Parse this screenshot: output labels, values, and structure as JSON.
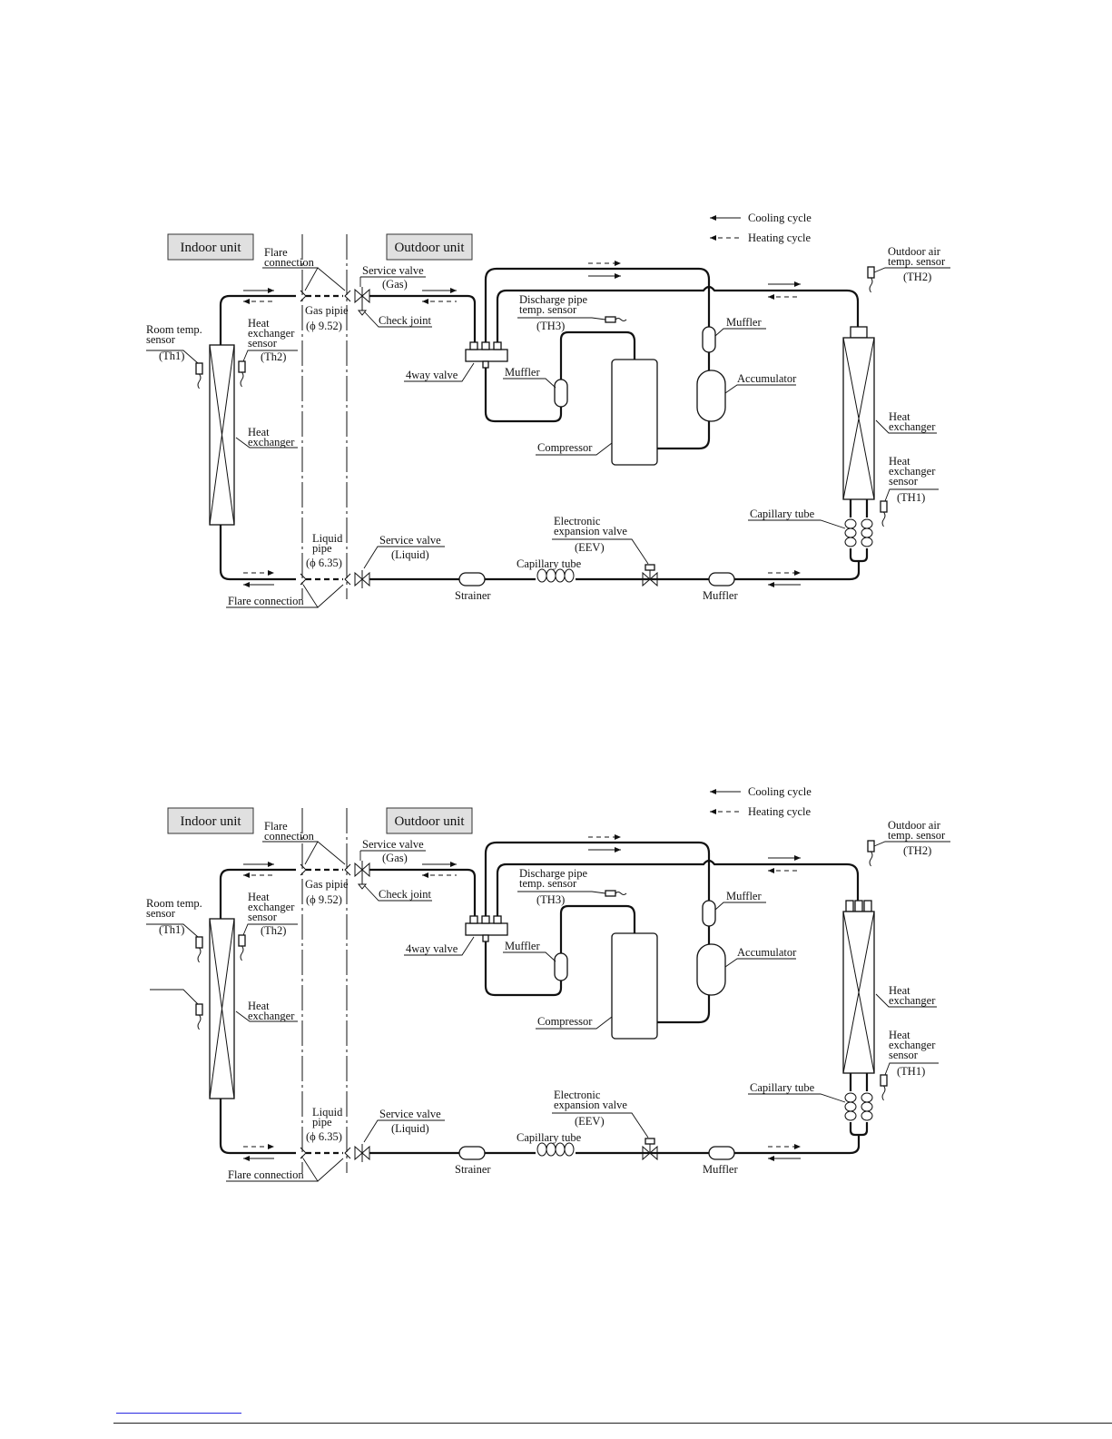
{
  "diagram_1": {
    "legend": {
      "cooling": "Cooling cycle",
      "heating": "Heating cycle"
    },
    "boxes": {
      "indoor": "Indoor unit",
      "outdoor": "Outdoor unit"
    },
    "labels": {
      "flare_connection_top": [
        "Flare",
        "connection"
      ],
      "service_valve_gas": [
        "Service valve",
        "(Gas)"
      ],
      "check_joint": "Check joint",
      "gas_pipe": [
        "Gas pipie",
        "(ϕ 9.52)"
      ],
      "room_temp_sensor": [
        "Room temp.",
        "sensor",
        "(Th1)"
      ],
      "indoor_hx_sensor": [
        "Heat",
        "exchanger",
        "sensor",
        "(Th2)"
      ],
      "indoor_hx": [
        "Heat",
        "exchanger"
      ],
      "four_way_valve": "4way valve",
      "discharge_sensor": [
        "Discharge pipe",
        "temp. sensor",
        "(TH3)"
      ],
      "muffler_compressor": "Muffler",
      "muffler_accumulator": "Muffler",
      "accumulator": "Accumulator",
      "compressor": "Compressor",
      "outdoor_air_sensor": [
        "Outdoor air",
        "temp. sensor",
        "(TH2)"
      ],
      "outdoor_hx": [
        "Heat",
        "exchanger"
      ],
      "outdoor_hx_sensor": [
        "Heat",
        "exchanger",
        "sensor",
        "(TH1)"
      ],
      "capillary_tube_right": "Capillary tube",
      "liquid_pipe": [
        "Liquid",
        "pipe",
        "(ϕ 6.35)"
      ],
      "service_valve_liquid": [
        "Service valve",
        "(Liquid)"
      ],
      "eev": [
        "Electronic",
        "expansion valve",
        "(EEV)"
      ],
      "capillary_tube_bottom": "Capillary tube",
      "strainer": "Strainer",
      "muffler_bottom": "Muffler",
      "flare_connection_bottom": "Flare connection"
    }
  },
  "diagram_2": {
    "legend": {
      "cooling": "Cooling cycle",
      "heating": "Heating cycle"
    },
    "boxes": {
      "indoor": "Indoor unit",
      "outdoor": "Outdoor unit"
    },
    "labels": {
      "flare_connection_top": [
        "Flare",
        "connection"
      ],
      "service_valve_gas": [
        "Service valve",
        "(Gas)"
      ],
      "check_joint": "Check joint",
      "gas_pipe": [
        "Gas pipie",
        "(ϕ 9.52)"
      ],
      "room_temp_sensor": [
        "Room temp.",
        "sensor",
        "(Th1)"
      ],
      "indoor_hx_sensor": [
        "Heat",
        "exchanger",
        "sensor",
        "(Th2)"
      ],
      "indoor_hx": [
        "Heat",
        "exchanger"
      ],
      "four_way_valve": "4way valve",
      "discharge_sensor": [
        "Discharge pipe",
        "temp. sensor",
        "(TH3)"
      ],
      "muffler_compressor": "Muffler",
      "muffler_accumulator": "Muffler",
      "accumulator": "Accumulator",
      "compressor": "Compressor",
      "outdoor_air_sensor": [
        "Outdoor air",
        "temp. sensor",
        "(TH2)"
      ],
      "outdoor_hx": [
        "Heat",
        "exchanger"
      ],
      "outdoor_hx_sensor": [
        "Heat",
        "exchanger",
        "sensor",
        "(TH1)"
      ],
      "capillary_tube_right": "Capillary tube",
      "liquid_pipe": [
        "Liquid",
        "pipe",
        "(ϕ 6.35)"
      ],
      "service_valve_liquid": [
        "Service valve",
        "(Liquid)"
      ],
      "eev": [
        "Electronic",
        "expansion valve",
        "(EEV)"
      ],
      "capillary_tube_bottom": "Capillary tube",
      "strainer": "Strainer",
      "muffler_bottom": "Muffler",
      "flare_connection_bottom": "Flare connection"
    }
  }
}
